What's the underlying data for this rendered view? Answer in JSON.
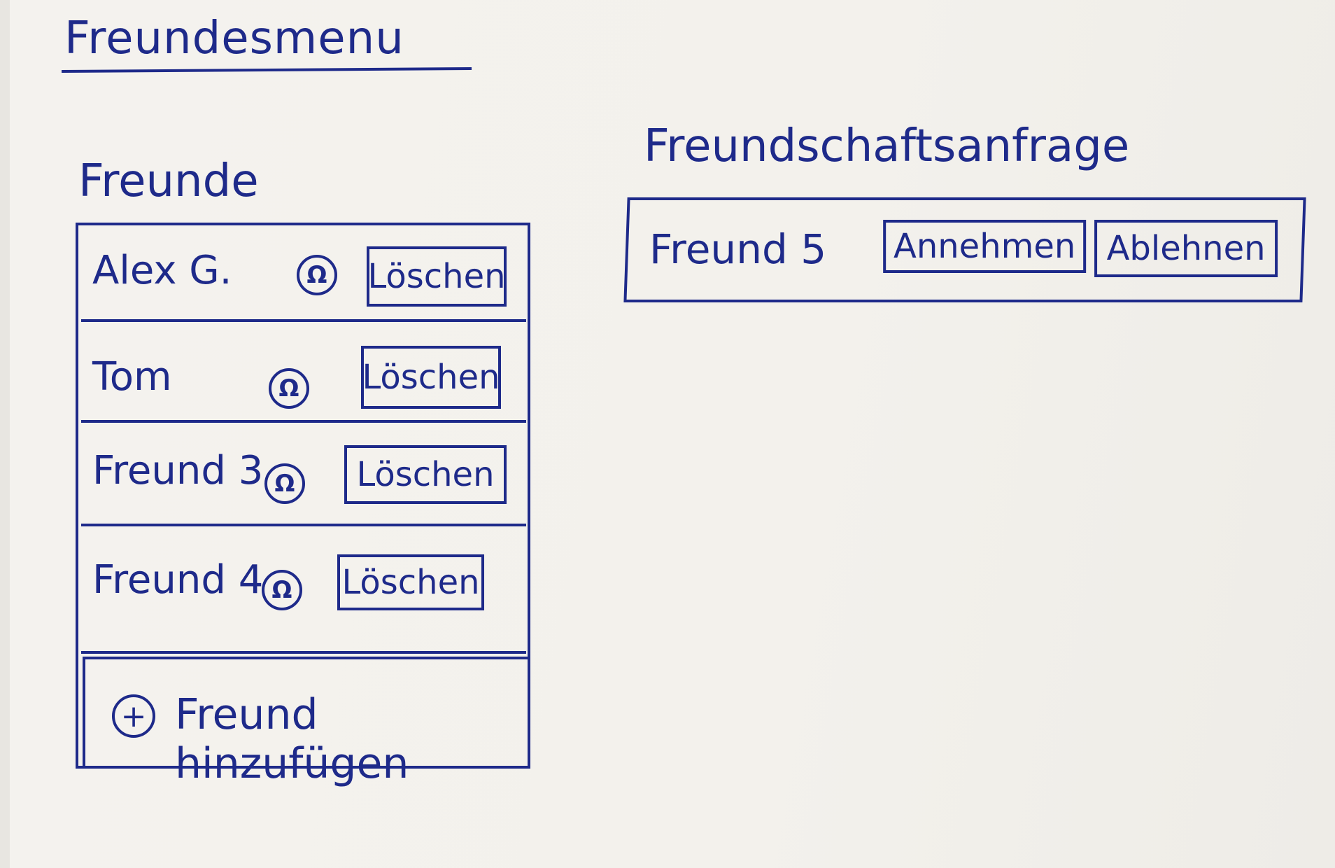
{
  "title": "Freundesmenu",
  "friends": {
    "label": "Freunde",
    "items": [
      {
        "name": "Alex G.",
        "delete_label": "Löschen"
      },
      {
        "name": "Tom",
        "delete_label": "Löschen"
      },
      {
        "name": "Freund 3",
        "delete_label": "Löschen"
      },
      {
        "name": "Freund 4",
        "delete_label": "Löschen"
      }
    ],
    "omega_glyph": "Ω",
    "add": {
      "icon": "plus-circle-icon",
      "glyph": "+",
      "label": "Freund hinzufügen"
    }
  },
  "requests": {
    "label": "Freundschaftsanfrage",
    "items": [
      {
        "name": "Freund 5",
        "accept_label": "Annehmen",
        "decline_label": "Ablehnen"
      }
    ]
  },
  "colors": {
    "ink": "#1e2a8a",
    "paper": "#f4f2ee"
  }
}
